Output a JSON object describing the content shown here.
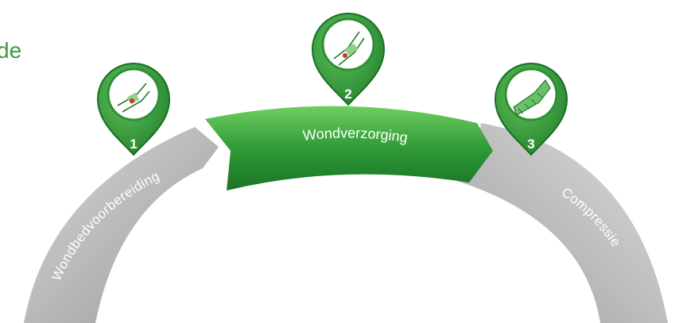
{
  "edge_text": "de",
  "steps": [
    {
      "number": "1",
      "label": "Wondbedvoorbereiding",
      "icon": "wound-leg-icon"
    },
    {
      "number": "2",
      "label": "Wondverzorging",
      "icon": "bandaged-leg-icon"
    },
    {
      "number": "3",
      "label": "Compressie",
      "icon": "compression-stocking-icon"
    }
  ],
  "colors": {
    "green_dark": "#1f7d2a",
    "green_main": "#2f9a38",
    "green_light": "#5cc35a",
    "grey_dark": "#8c8c8c",
    "grey_light": "#d6d6d6"
  }
}
